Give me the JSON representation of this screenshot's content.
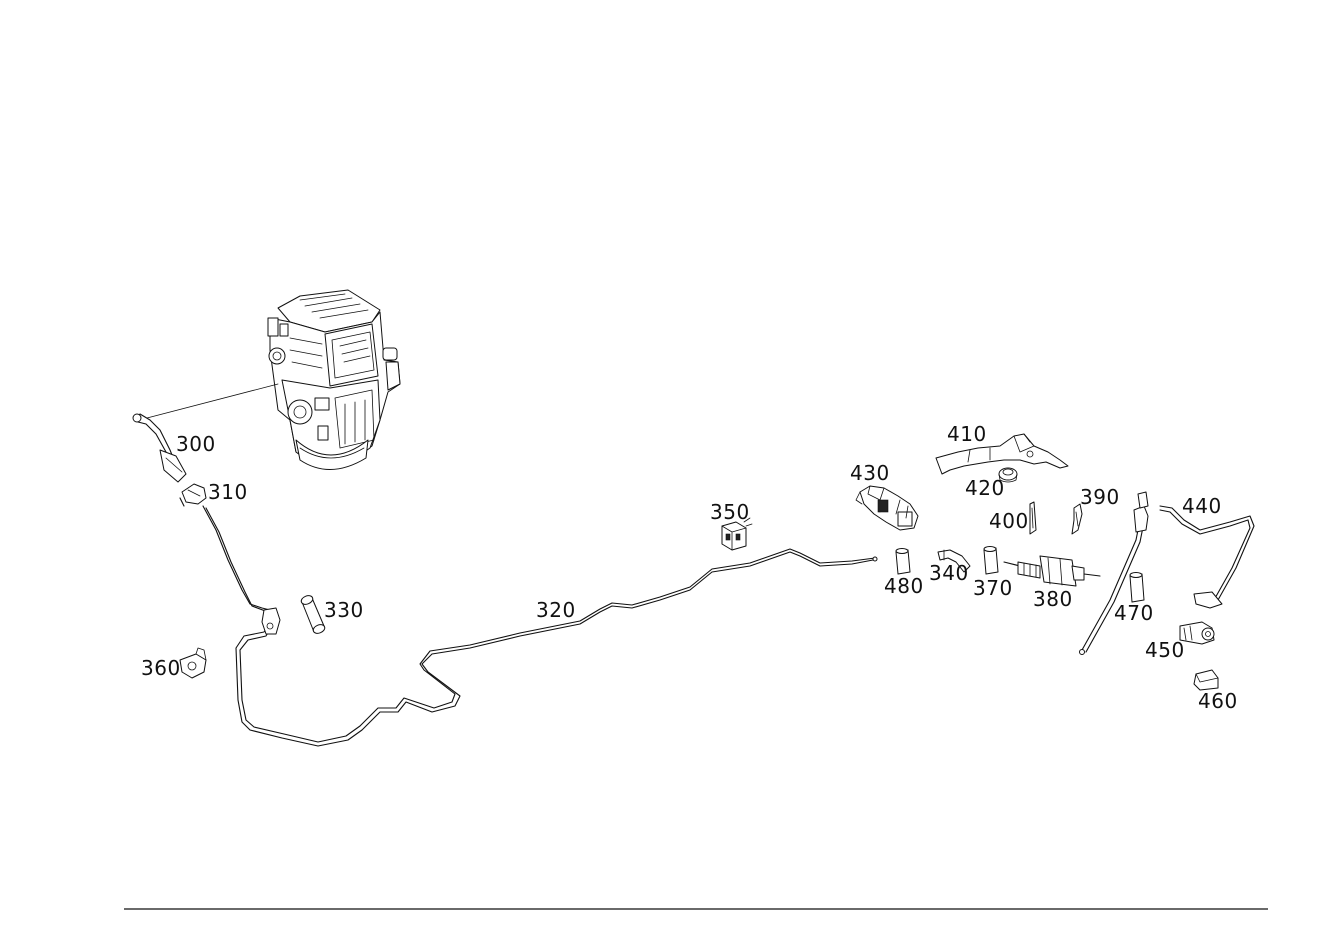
{
  "parts": [
    {
      "key": "p300",
      "label": "300"
    },
    {
      "key": "p310",
      "label": "310"
    },
    {
      "key": "p320",
      "label": "320"
    },
    {
      "key": "p330",
      "label": "330"
    },
    {
      "key": "p340",
      "label": "340"
    },
    {
      "key": "p350",
      "label": "350"
    },
    {
      "key": "p360",
      "label": "360"
    },
    {
      "key": "p370",
      "label": "370"
    },
    {
      "key": "p380",
      "label": "380"
    },
    {
      "key": "p390",
      "label": "390"
    },
    {
      "key": "p400",
      "label": "400"
    },
    {
      "key": "p410",
      "label": "410"
    },
    {
      "key": "p420",
      "label": "420"
    },
    {
      "key": "p430",
      "label": "430"
    },
    {
      "key": "p440",
      "label": "440"
    },
    {
      "key": "p450",
      "label": "450"
    },
    {
      "key": "p460",
      "label": "460"
    },
    {
      "key": "p470",
      "label": "470"
    },
    {
      "key": "p480",
      "label": "480"
    }
  ]
}
